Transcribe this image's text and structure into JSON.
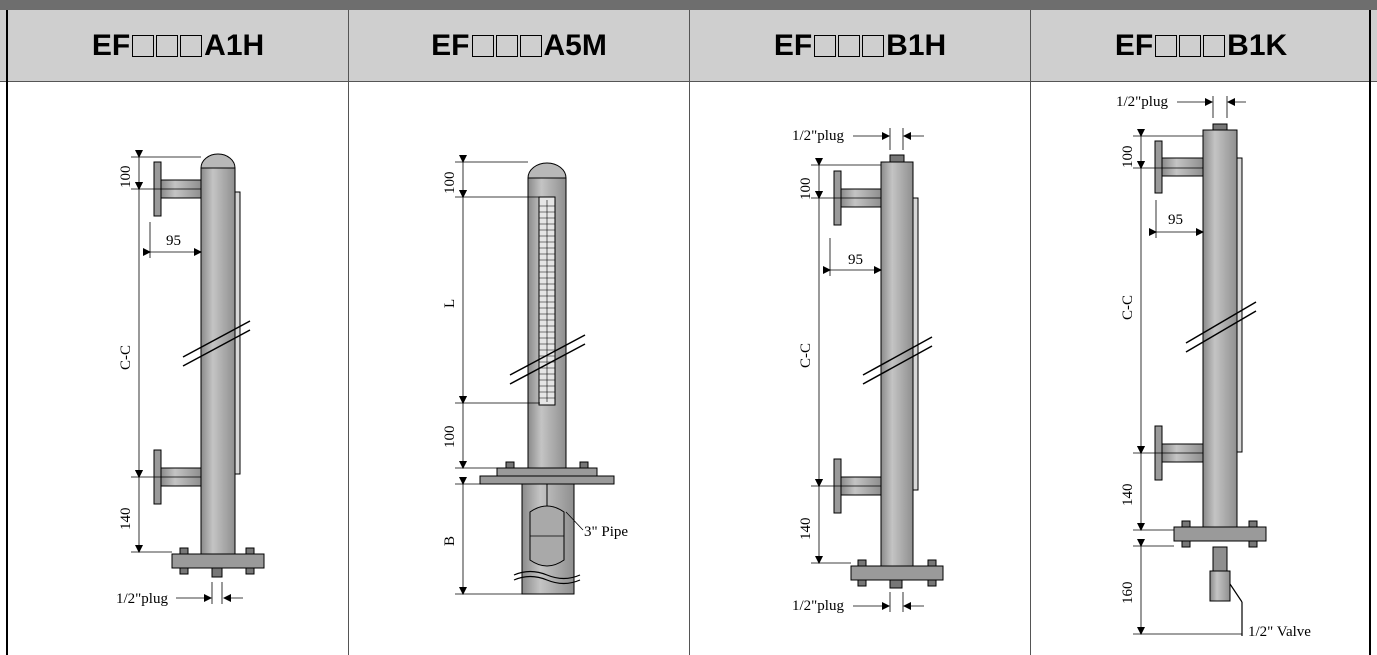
{
  "columns": [
    {
      "prefix": "EF",
      "suffix": "A1H"
    },
    {
      "prefix": "EF",
      "suffix": "A5M"
    },
    {
      "prefix": "EF",
      "suffix": "B1H"
    },
    {
      "prefix": "EF",
      "suffix": "B1K"
    }
  ],
  "labels": {
    "d100": "100",
    "d95": "95",
    "cc": "C-C",
    "d140": "140",
    "plug": "1/2\"plug",
    "L": "L",
    "B": "B",
    "pipe": "3\" Pipe",
    "d160": "160",
    "valve": "1/2\" Valve"
  },
  "colors": {
    "header_bg": "#cfcfcf",
    "top_bar": "#6e6e6e",
    "pipe_fill": "#a8a8a8",
    "pipe_stroke": "#000000"
  }
}
